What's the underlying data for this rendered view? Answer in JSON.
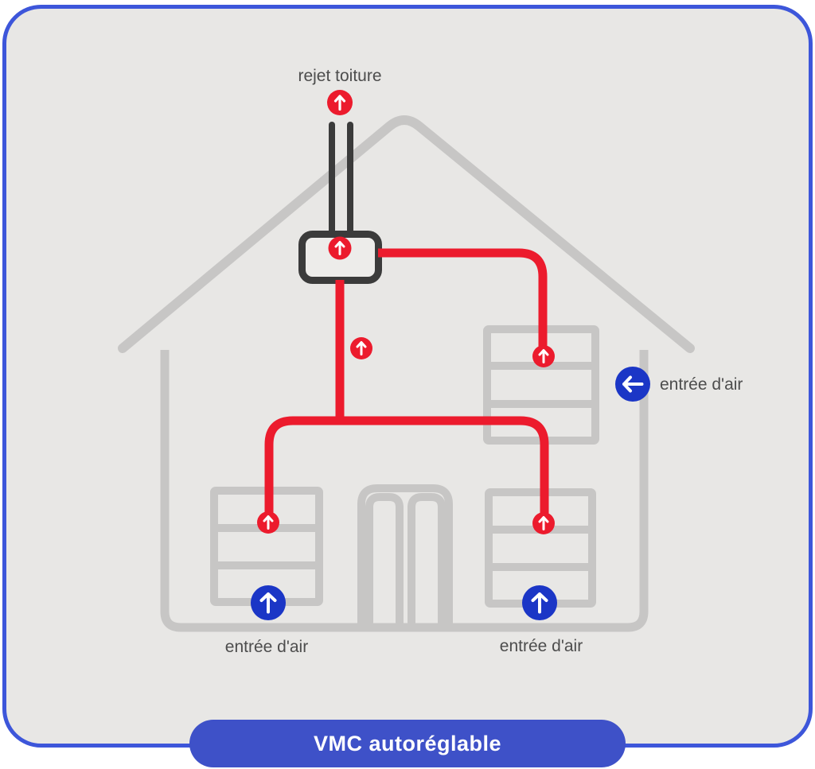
{
  "title_badge": {
    "label": "VMC autoréglable"
  },
  "labels": {
    "roof_exhaust": "rejet toiture",
    "inlet_wall": "entrée d'air",
    "inlet_lower_left": "entrée d'air",
    "inlet_lower_right": "entrée d'air"
  },
  "markers": {
    "roof_exhaust": {
      "icon": "up-arrow-icon",
      "color": "#EC1B2D"
    },
    "vmc_unit": {
      "icon": "up-arrow-icon",
      "color": "#EC1B2D"
    },
    "main_duct": {
      "icon": "up-arrow-icon",
      "color": "#EC1B2D"
    },
    "vent_upper_right": {
      "icon": "up-arrow-icon",
      "color": "#EC1B2D"
    },
    "vent_lower_left": {
      "icon": "up-arrow-icon",
      "color": "#EC1B2D"
    },
    "vent_lower_right": {
      "icon": "up-arrow-icon",
      "color": "#EC1B2D"
    },
    "air_inlet_wall": {
      "icon": "left-arrow-icon",
      "color": "#1B36C6"
    },
    "air_inlet_lower_left": {
      "icon": "up-arrow-icon",
      "color": "#1B36C6"
    },
    "air_inlet_lower_right": {
      "icon": "up-arrow-icon",
      "color": "#1B36C6"
    }
  },
  "colors": {
    "card_background": "#E8E7E5",
    "card_border": "#3D56DA",
    "title_pill": "#3E51C8",
    "title_text": "#FFFFFF",
    "house_outline": "#C7C6C5",
    "duct_red": "#EC1B2D",
    "inlet_blue": "#1B36C6",
    "unit_outline": "#3B3B3B",
    "label_text": "#4D4D4D"
  }
}
